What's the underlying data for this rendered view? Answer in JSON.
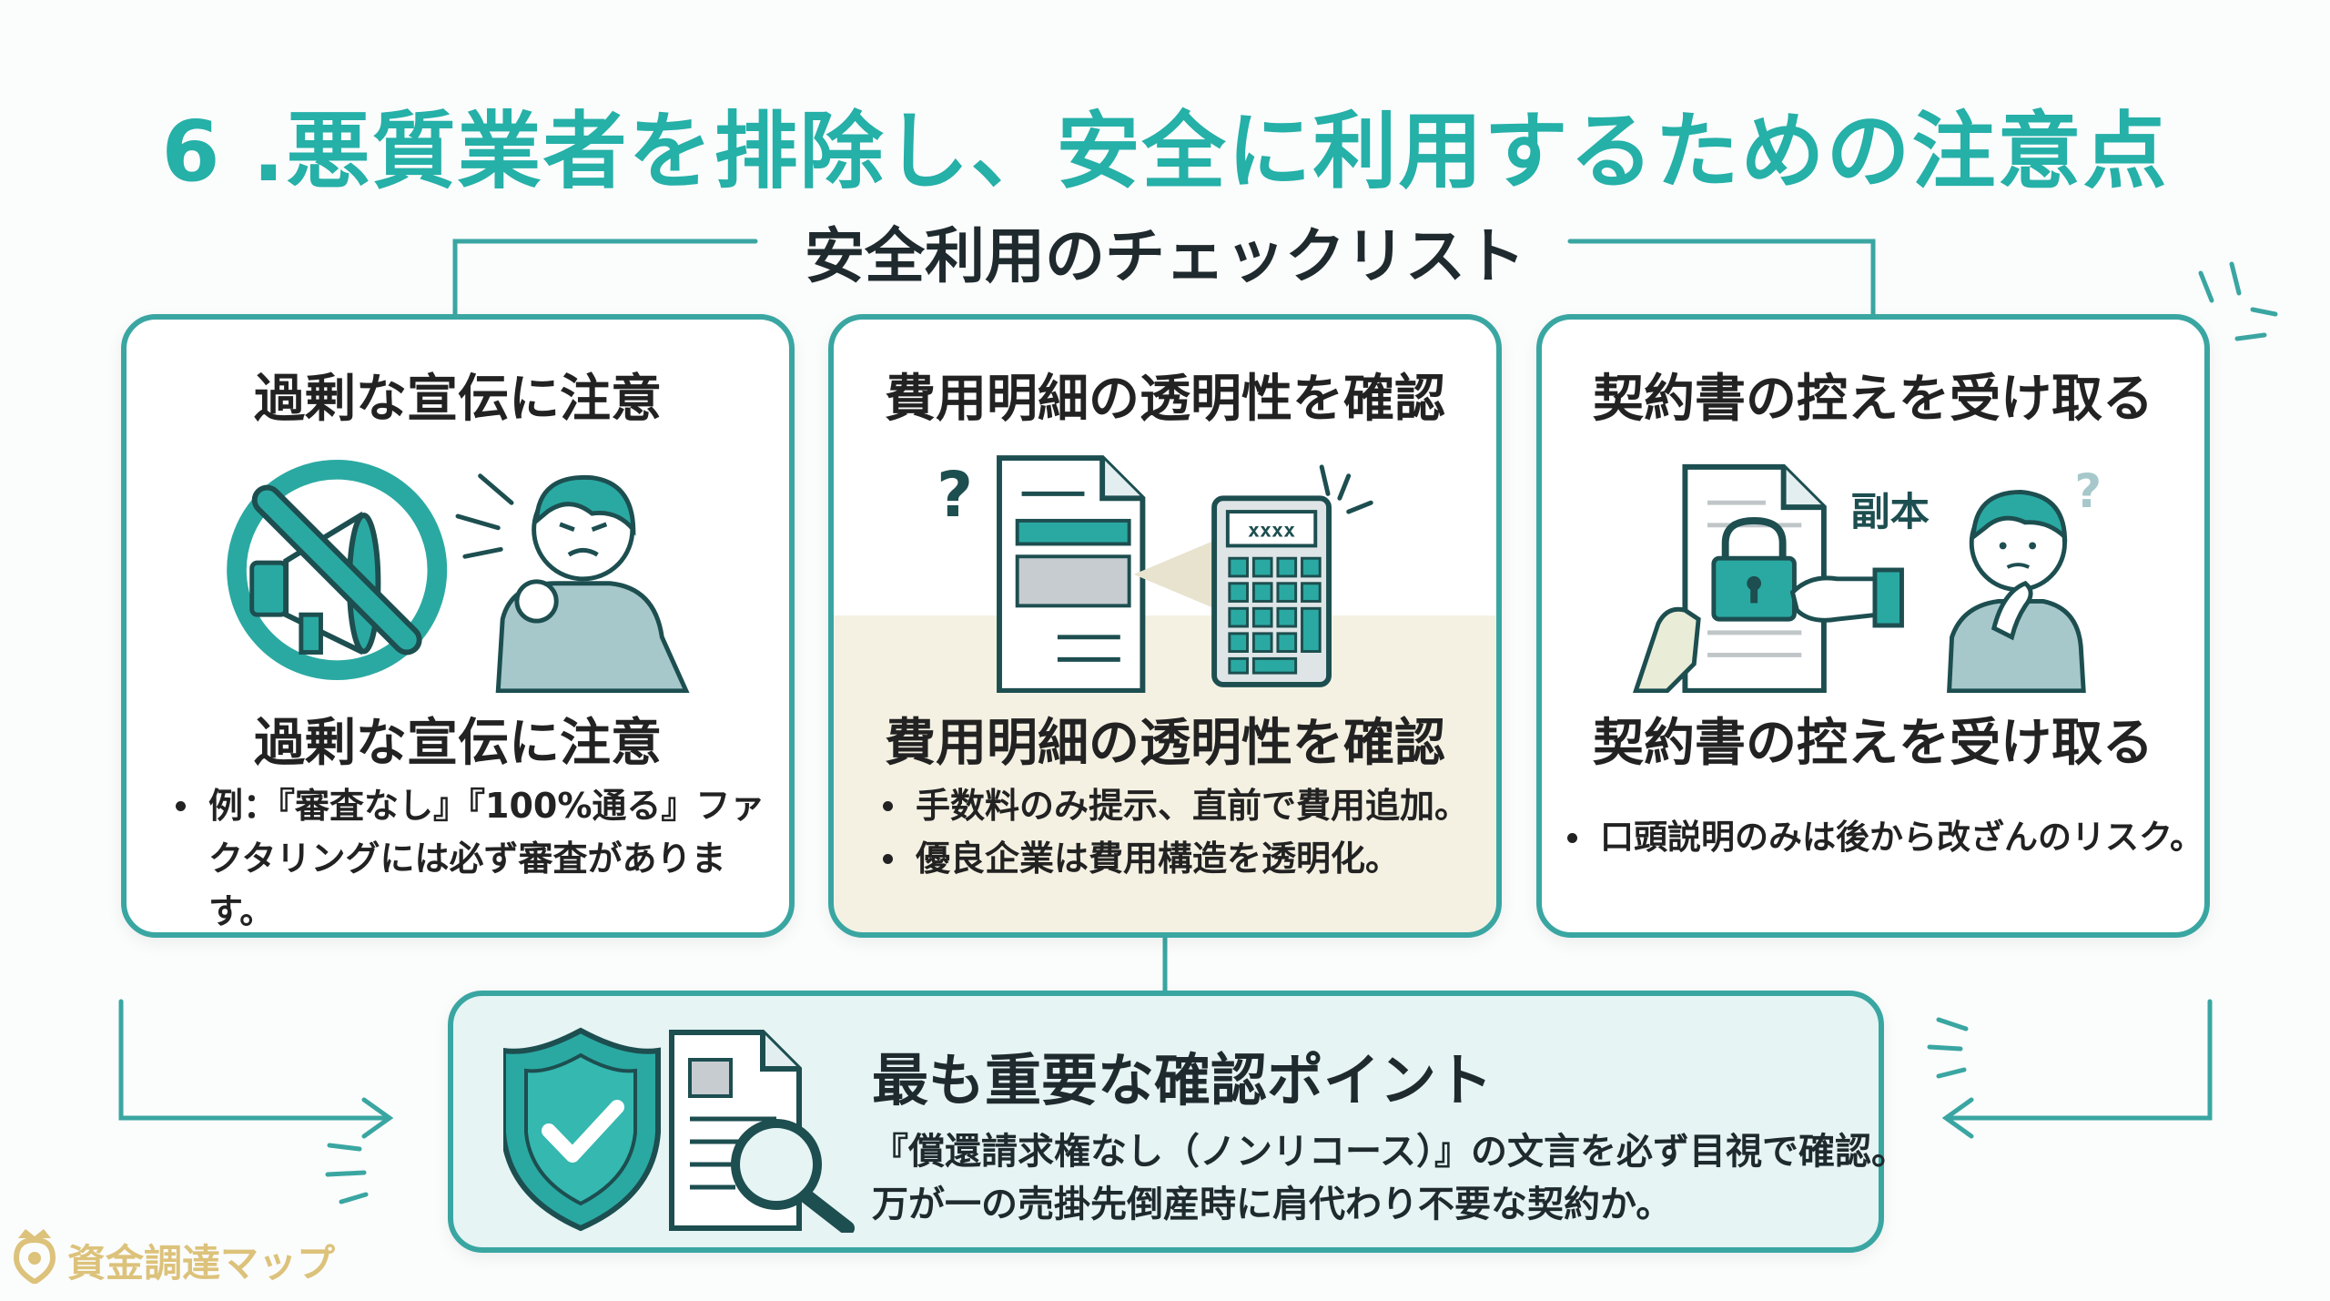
{
  "title": "6 .悪質業者を排除し、安全に利用するための注意点",
  "subtitle": "安全利用のチェックリスト",
  "cards": [
    {
      "heading": "過剰な宣伝に注意",
      "heading2": "過剰な宣伝に注意",
      "bullets": [
        "例：『審査なし』『100%通る』ファクタリングには必ず審査があります。"
      ]
    },
    {
      "heading": "費用明細の透明性を確認",
      "heading2": "費用明細の透明性を確認",
      "calc_display": "xxxx",
      "bullets": [
        "手数料のみ提示、直前で費用追加。",
        "優良企業は費用構造を透明化。"
      ]
    },
    {
      "heading": "契約書の控えを受け取る",
      "heading2": "契約書の控えを受け取る",
      "copy_label": "副本",
      "bullets": [
        "口頭説明のみは後から改ざんのリスク。"
      ]
    }
  ],
  "bottom": {
    "heading": "最も重要な確認ポイント",
    "line1": "『償還請求権なし（ノンリコース）』の文言を必ず目視で確認。",
    "line2": "万が一の売掛先倒産時に肩代わり不要な契約か。"
  },
  "logo": {
    "text": "資金調達マップ"
  },
  "colors": {
    "accent": "#25b0a8",
    "border": "#3aa6a2",
    "light_teal": "#e6f4f4",
    "beige": "#f4f1e3",
    "logo_gold": "#dcc27a"
  }
}
